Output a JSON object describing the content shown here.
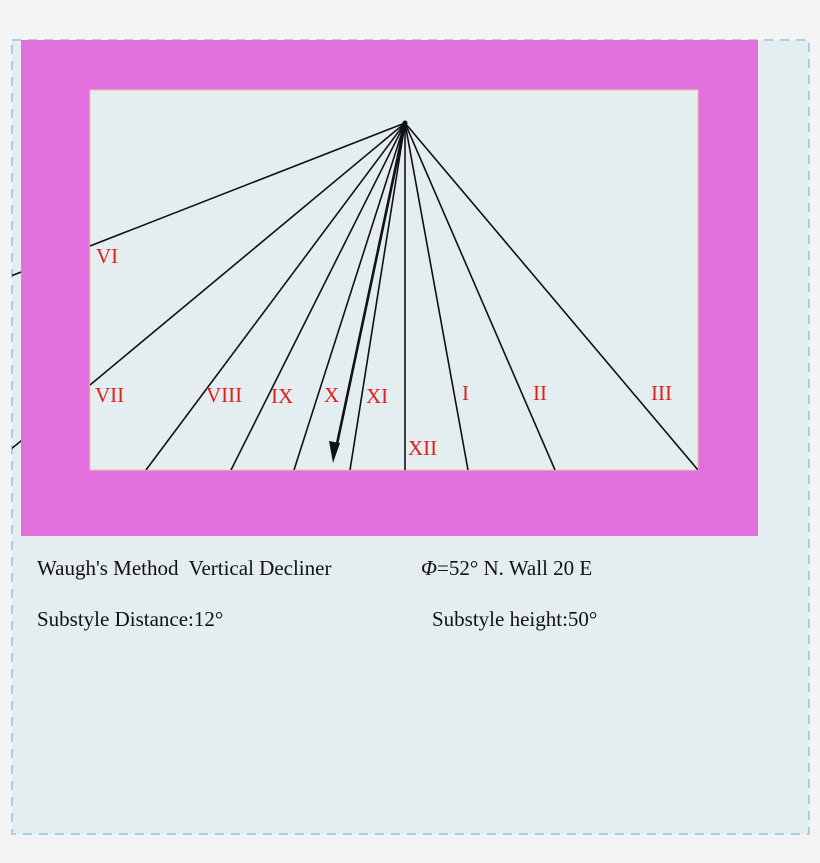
{
  "colors": {
    "page_bg": "#f4f4f4",
    "panel_bg": "#e4edf0",
    "panel_border": "#a9cfe0",
    "frame": "#e270dc",
    "dial_face": "#e4edf0",
    "lines": "#111111",
    "hour_labels": "#e0201e"
  },
  "dial": {
    "hour_labels": [
      "VI",
      "VII",
      "VIII",
      "IX",
      "X",
      "XI",
      "XII",
      "I",
      "II",
      "III"
    ]
  },
  "captions": {
    "method": "Waugh's Method  Vertical Decliner",
    "phi_symbol": "Φ",
    "latitude_wall": "=52° N. Wall 20 E",
    "substyle_distance": "Substyle Distance:12°",
    "substyle_height": "Substyle height:50°"
  }
}
